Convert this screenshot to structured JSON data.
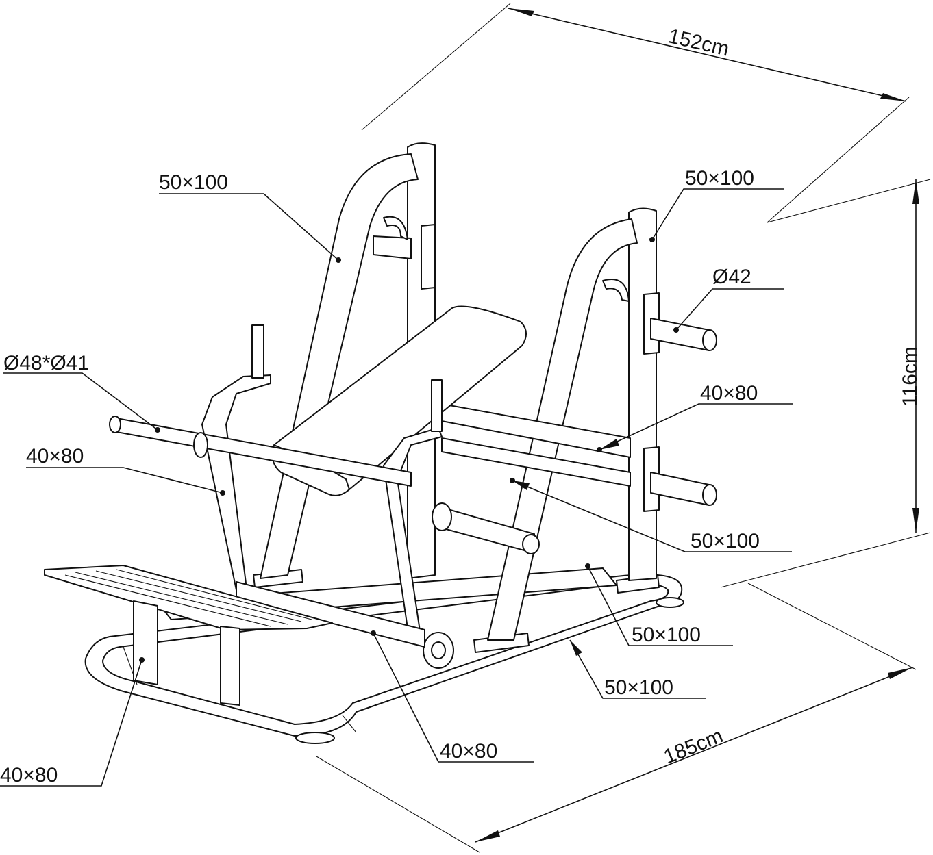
{
  "dimensions": {
    "depth": "152cm",
    "height": "116cm",
    "length": "185cm"
  },
  "callouts": [
    {
      "id": "upright-left",
      "text": "50×100"
    },
    {
      "id": "upright-right",
      "text": "50×100"
    },
    {
      "id": "weight-horn-right",
      "text": "Ø42"
    },
    {
      "id": "lever-handle",
      "text": "Ø48*Ø41"
    },
    {
      "id": "crossbar-right",
      "text": "40×80"
    },
    {
      "id": "lever-arm-left",
      "text": "40×80"
    },
    {
      "id": "rear-crossbar",
      "text": "50×100"
    },
    {
      "id": "base-rail-right",
      "text": "50×100"
    },
    {
      "id": "base-rail-front",
      "text": "50×100"
    },
    {
      "id": "center-beam",
      "text": "40×80"
    },
    {
      "id": "platform-post",
      "text": "40×80"
    }
  ]
}
